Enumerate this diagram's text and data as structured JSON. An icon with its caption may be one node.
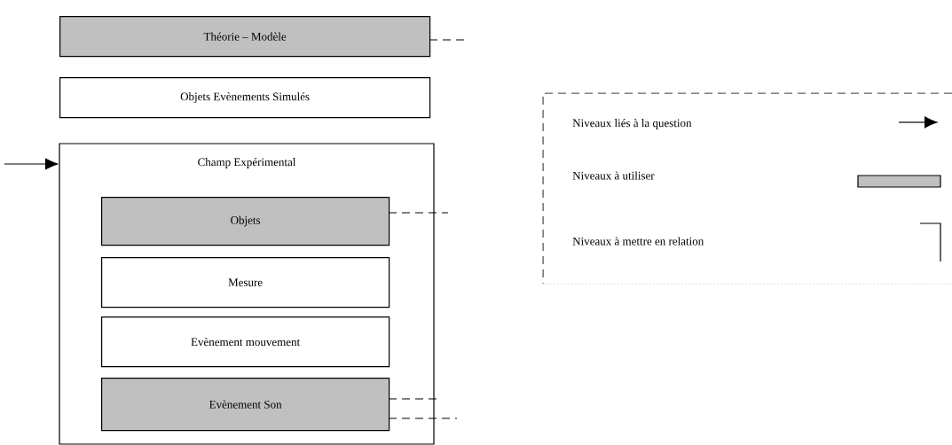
{
  "diagram": {
    "nodes": [
      {
        "text": [
          "Théorie – Modèle"
        ]
      },
      {
        "text": [
          "Objets Evènements Simulés"
        ]
      },
      {
        "text": [
          "Champ Expérimental"
        ]
      },
      {
        "text": [
          "Objets"
        ],
        "in": 2
      },
      {
        "text": [
          "Mesure"
        ],
        "in": 2
      },
      {
        "text": [
          "Evènement mouvement"
        ],
        "in": 2
      },
      {
        "text": [
          "Evènement Son"
        ],
        "in": 2
      }
    ],
    "edges": [
      {
        "from": null,
        "to": 2,
        "arrow": "to"
      },
      {
        "from": 0,
        "to": null,
        "arrow": "none",
        "style": "dashed"
      },
      {
        "from": 3,
        "to": null,
        "arrow": "none",
        "style": "dashed"
      },
      {
        "from": 6,
        "to": null,
        "arrow": "none",
        "style": "dashed"
      },
      {
        "from": 6,
        "to": null,
        "arrow": "none",
        "style": "dashed"
      }
    ],
    "legend": [
      {
        "text": "Niveaux liés à la question"
      },
      {
        "text": "Niveaux à utiliser",
        "color": "#c0c0c0"
      },
      {
        "text": "Niveaux à mettre en relation"
      }
    ]
  }
}
